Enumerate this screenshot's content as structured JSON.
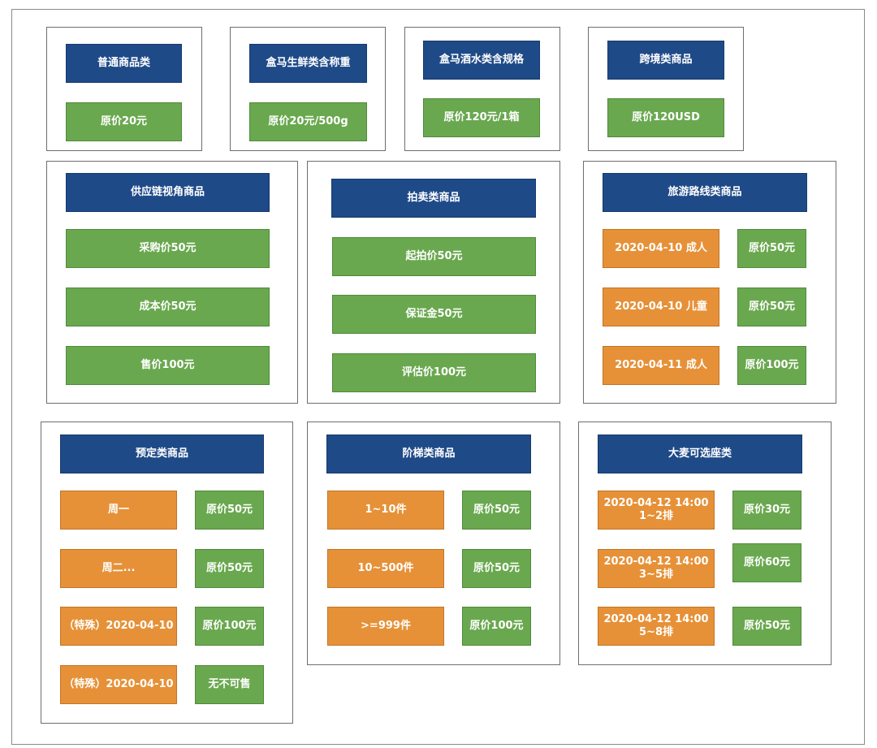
{
  "groups": [
    {
      "title": "普通商品类",
      "price": "原价20元"
    },
    {
      "title": "盒马生鲜类含称重",
      "price": "原价20元/500g"
    },
    {
      "title": "盒马酒水类含规格",
      "price": "原价120元/1箱"
    },
    {
      "title": "跨境类商品",
      "price": "原价120USD"
    },
    {
      "title": "供应链视角商品",
      "prices": [
        "采购价50元",
        "成本价50元",
        "售价100元"
      ]
    },
    {
      "title": "拍卖类商品",
      "prices": [
        "起拍价50元",
        "保证金50元",
        "评估价100元"
      ]
    },
    {
      "title": "旅游路线类商品",
      "rows": [
        {
          "key": "2020-04-10 成人",
          "price": "原价50元"
        },
        {
          "key": "2020-04-10 儿童",
          "price": "原价50元"
        },
        {
          "key": "2020-04-11 成人",
          "price": "原价100元"
        }
      ]
    },
    {
      "title": "预定类商品",
      "rows": [
        {
          "key": "周一",
          "price": "原价50元"
        },
        {
          "key": "周二...",
          "price": "原价50元"
        },
        {
          "key": "（特殊）2020-04-10",
          "price": "原价100元"
        },
        {
          "key": "（特殊）2020-04-10",
          "price": "无不可售"
        }
      ]
    },
    {
      "title": "阶梯类商品",
      "rows": [
        {
          "key": "1~10件",
          "price": "原价50元"
        },
        {
          "key": "10~500件",
          "price": "原价50元"
        },
        {
          "key": ">=999件",
          "price": "原价100元"
        }
      ]
    },
    {
      "title": "大麦可选座类",
      "rows": [
        {
          "key": "2020-04-12  14:00\n1~2排",
          "price": "原价30元"
        },
        {
          "key": "2020-04-12  14:00\n3~5排",
          "price": "原价60元"
        },
        {
          "key": "2020-04-12  14:00\n5~8排",
          "price": "原价50元"
        }
      ]
    }
  ],
  "colors": {
    "title": "#1f4a88",
    "price": "#6aa84f",
    "key": "#e69138"
  }
}
